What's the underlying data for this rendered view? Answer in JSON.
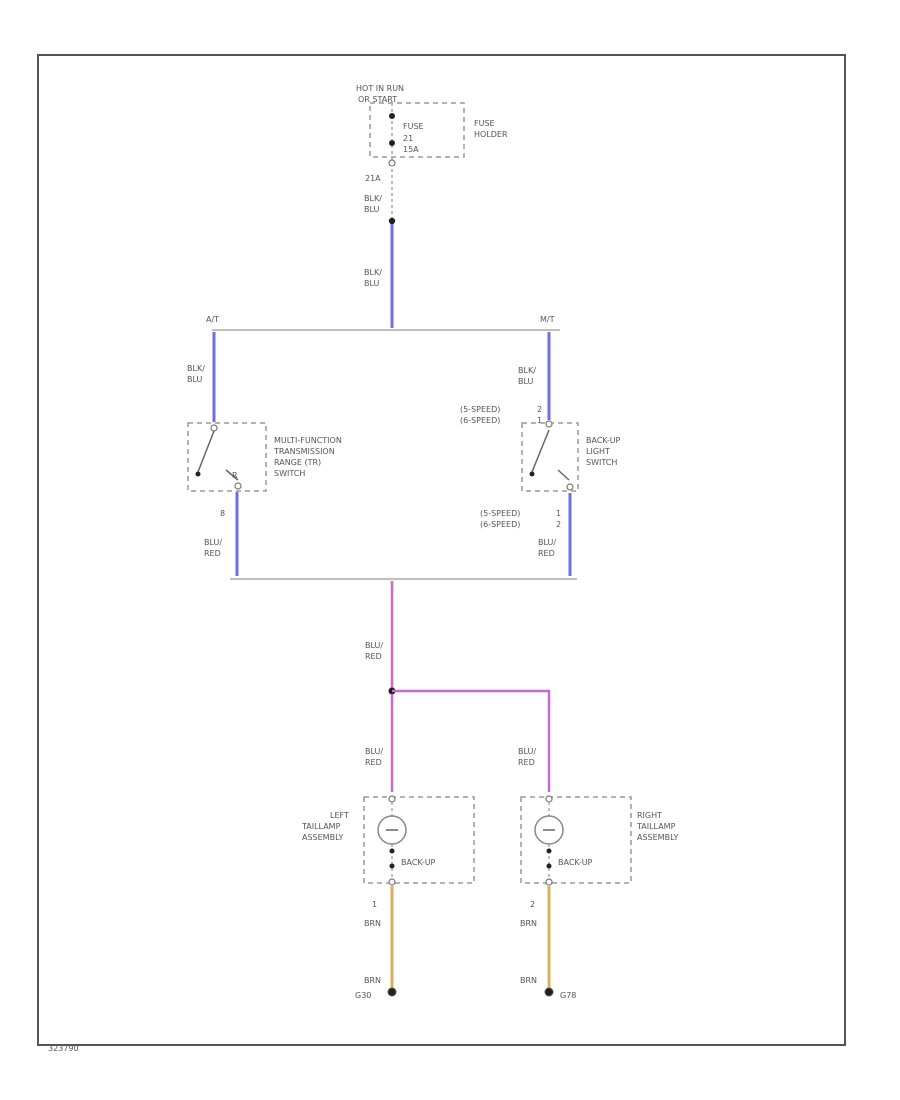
{
  "power": {
    "l1": "HOT IN RUN",
    "l2": "OR START"
  },
  "fuse_holder": {
    "l1": "FUSE",
    "l2": "HOLDER",
    "in1": "FUSE",
    "in2": "21",
    "in3": "15A"
  },
  "top_conn": "21A",
  "wire_top_1": {
    "c1": "BLK/",
    "c2": "BLU"
  },
  "wire_top_2": {
    "c1": "BLK/",
    "c2": "BLU"
  },
  "trans_at": "A/T",
  "trans_mt": "M/T",
  "wire_left_in": {
    "c1": "BLK/",
    "c2": "BLU"
  },
  "wire_right_in": {
    "c1": "BLK/",
    "c2": "BLU"
  },
  "mf_switch": {
    "l1": "MULTI-FUNCTION",
    "l2": "TRANSMISSION",
    "l3": "RANGE (TR)",
    "l4": "SWITCH",
    "pin_r": "R",
    "pin_out": "8"
  },
  "backup_switch": {
    "l1": "BACK-UP",
    "l2": "LIGHT",
    "l3": "SWITCH",
    "pin_top": "1",
    "pin_bot": "2"
  },
  "speed_top": {
    "l1": "(5-SPEED)",
    "l2": "(6-SPEED)",
    "p1": "2",
    "p2": "1"
  },
  "speed_bot": {
    "l1": "(5-SPEED)",
    "l2": "(6-SPEED)",
    "p1": "1",
    "p2": "2"
  },
  "wire_left_out": {
    "c1": "BLU/",
    "c2": "RED"
  },
  "wire_right_out": {
    "c1": "BLU/",
    "c2": "RED"
  },
  "wire_mid": {
    "c1": "BLU/",
    "c2": "RED"
  },
  "wire_left_lamp": {
    "c1": "BLU/",
    "c2": "RED"
  },
  "wire_right_lamp": {
    "c1": "BLU/",
    "c2": "RED"
  },
  "left_lamp": {
    "l1": "LEFT",
    "l2": "TAILLAMP",
    "l3": "ASSEMBLY",
    "bulb": "BACK-UP"
  },
  "right_lamp": {
    "l1": "RIGHT",
    "l2": "TAILLAMP",
    "l3": "ASSEMBLY",
    "bulb": "BACK-UP"
  },
  "left_gnd_wire": {
    "pin": "1",
    "color": "BRN"
  },
  "right_gnd_wire": {
    "pin": "2",
    "color": "BRN"
  },
  "left_ground": {
    "color": "BRN",
    "id": "G30"
  },
  "right_ground": {
    "color": "BRN",
    "id": "G78"
  },
  "figure_id": "323790"
}
